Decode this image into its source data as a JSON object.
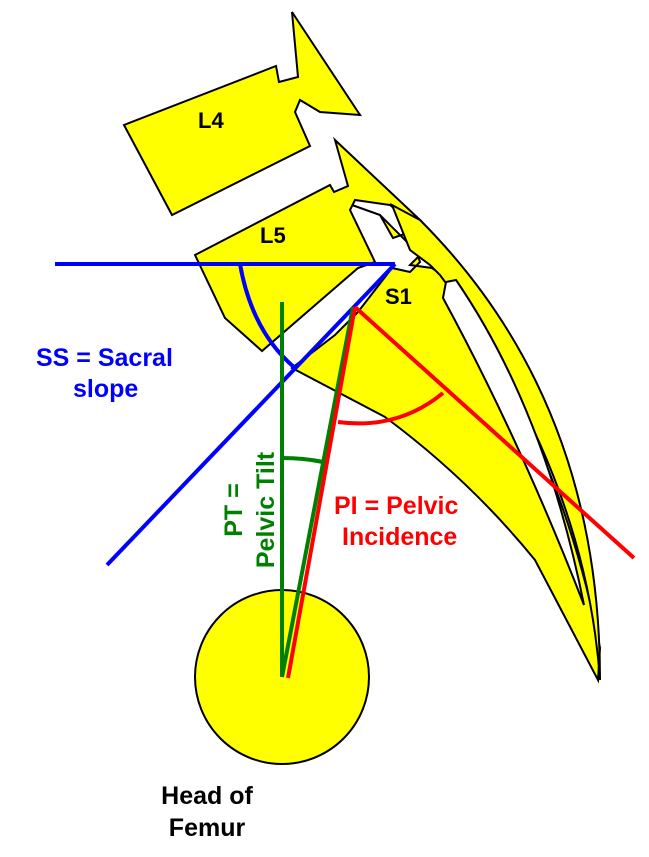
{
  "labels": {
    "l4": "L4",
    "l5": "L5",
    "s1": "S1",
    "ss_line1": "SS = Sacral",
    "ss_line2": "slope",
    "pt_line1": "PT =",
    "pt_line2": "Pelvic Tilt",
    "pi_line1": "PI = Pelvic",
    "pi_line2": "Incidence",
    "femur_line1": "Head of",
    "femur_line2": "Femur"
  },
  "colors": {
    "bone_fill": "#ffff00",
    "outline": "#000000",
    "sacral_slope": "#0000ff",
    "pelvic_tilt": "#008000",
    "pelvic_incidence": "#ff0000",
    "text": "#000000"
  }
}
